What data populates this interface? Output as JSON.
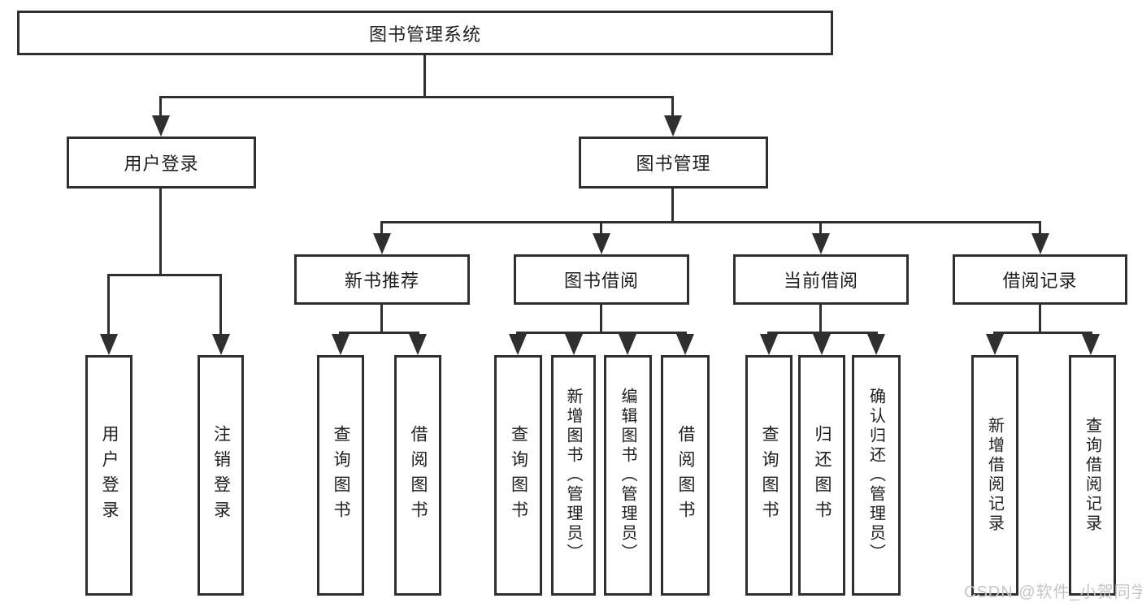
{
  "diagram": {
    "title": "图书管理系统",
    "root": {
      "label": "图书管理系统"
    },
    "branches": [
      {
        "label": "用户登录",
        "children": [
          {
            "label": "用户登录"
          },
          {
            "label": "注销登录"
          }
        ]
      },
      {
        "label": "图书管理",
        "children": [
          {
            "label": "新书推荐",
            "children": [
              {
                "label": "查询图书"
              },
              {
                "label": "借阅图书"
              }
            ]
          },
          {
            "label": "图书借阅",
            "children": [
              {
                "label": "查询图书"
              },
              {
                "label": "新增图书（管理员）"
              },
              {
                "label": "编辑图书（管理员）"
              },
              {
                "label": "借阅图书"
              }
            ]
          },
          {
            "label": "当前借阅",
            "children": [
              {
                "label": "查询图书"
              },
              {
                "label": "归还图书"
              },
              {
                "label": "确认归还（管理员）"
              }
            ]
          },
          {
            "label": "借阅记录",
            "children": [
              {
                "label": "新增借阅记录"
              },
              {
                "label": "查询借阅记录"
              }
            ]
          }
        ]
      }
    ]
  },
  "watermark": {
    "text": "CSDN @软件_小贺同学"
  },
  "colors": {
    "line": "#2f2f2f",
    "text": "#1e1e1e",
    "background": "#ffffff",
    "watermark": "#c6c6c6"
  }
}
